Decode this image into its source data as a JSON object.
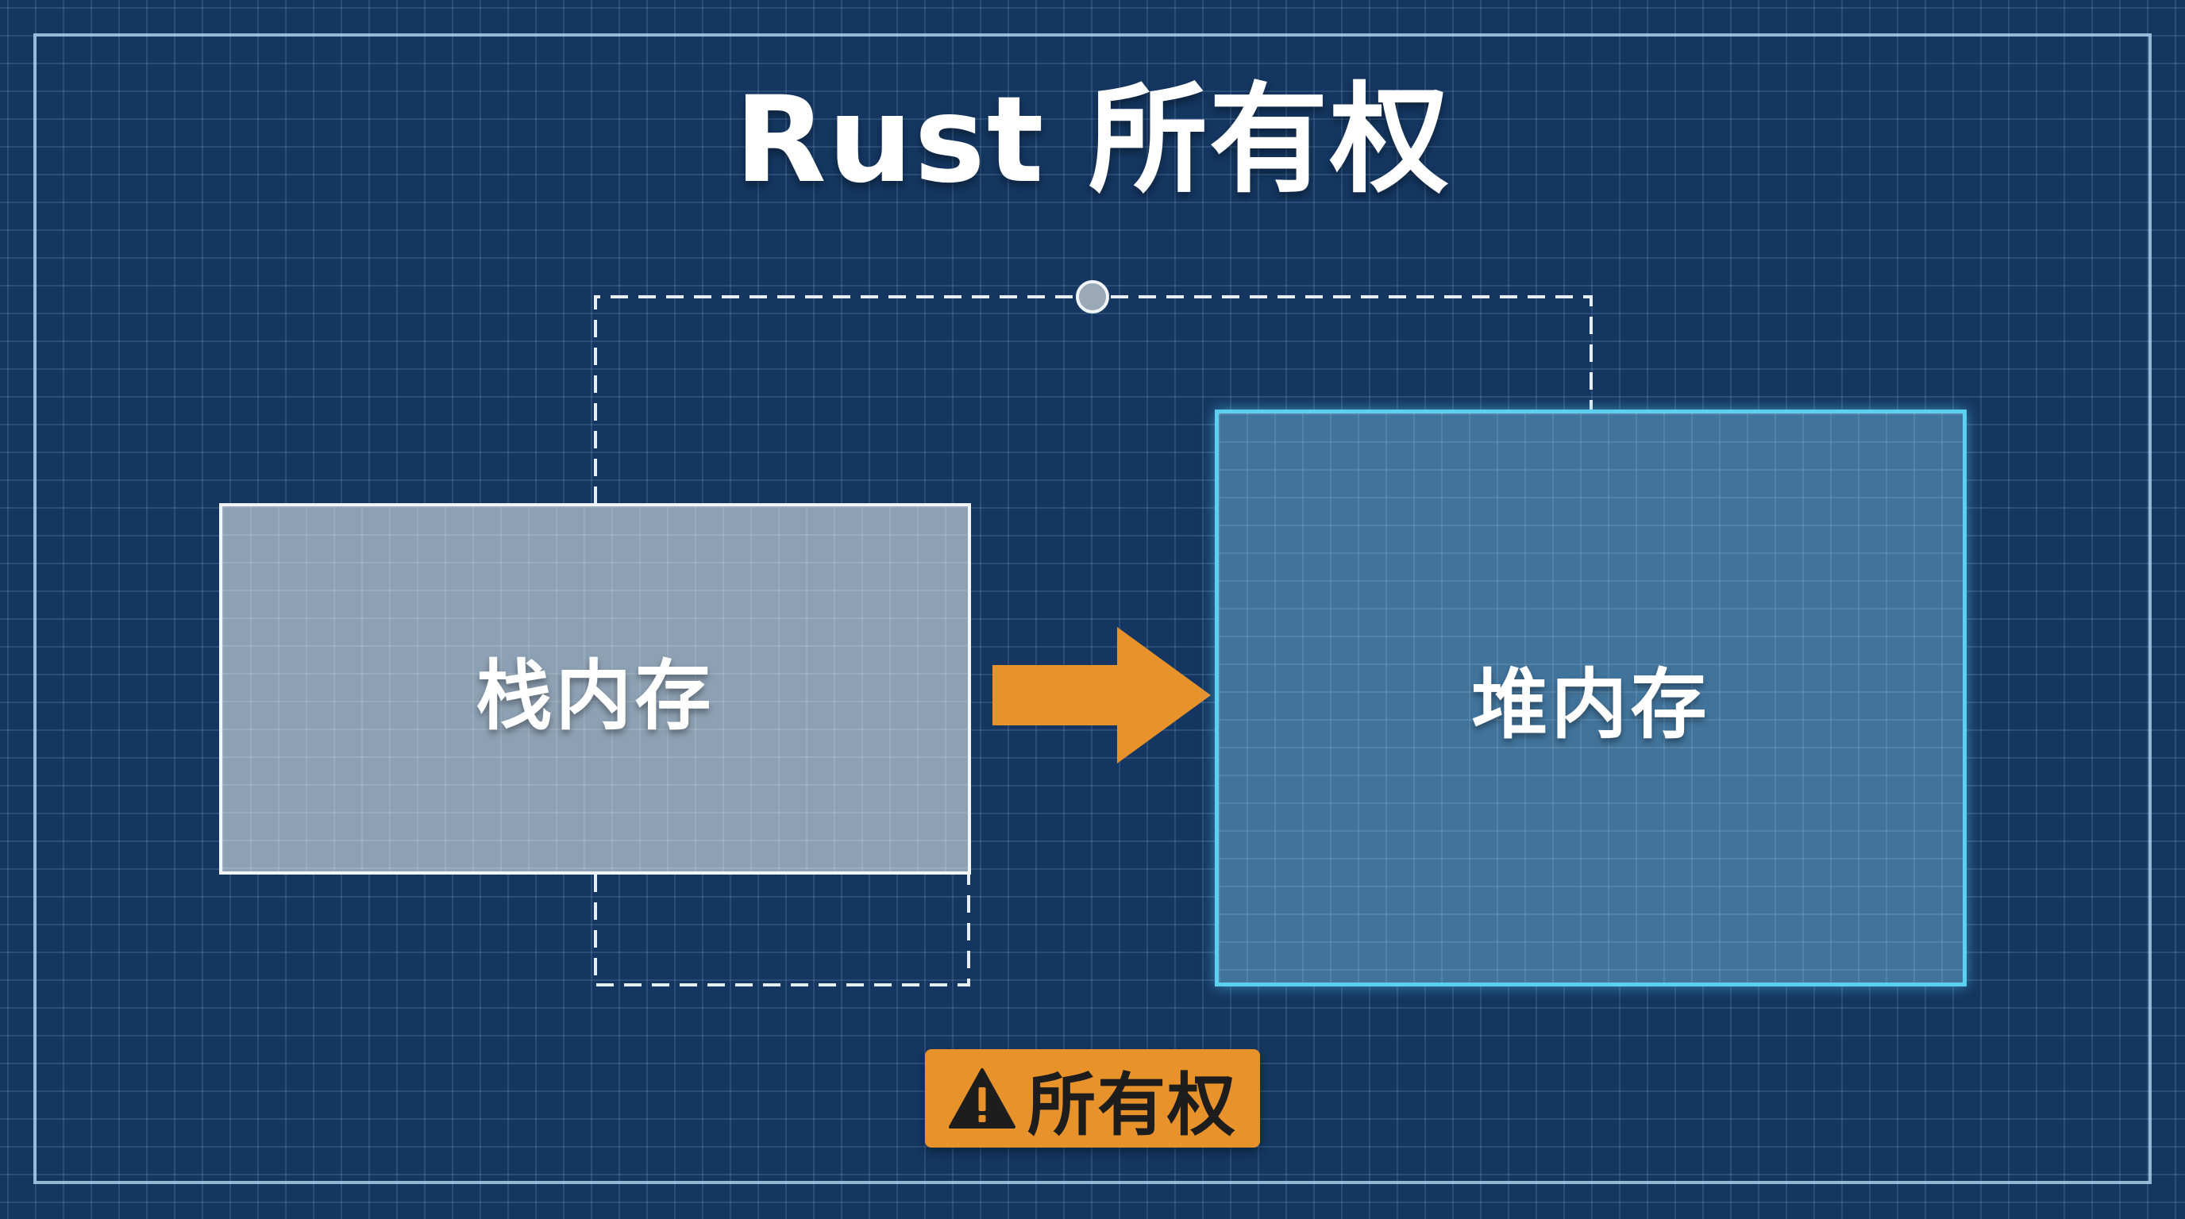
{
  "title": "Rust 所有权",
  "stack_box": {
    "label": "栈内存"
  },
  "heap_box": {
    "label": "堆内存"
  },
  "badge": {
    "icon": "warning-icon",
    "label": "所有权"
  },
  "colors": {
    "background": "#143660",
    "stack_fill": "#8da1b4",
    "heap_fill": "#41749c",
    "heap_border": "#5dd0f2",
    "arrow": "#e8922c",
    "badge": "#e8922c"
  }
}
